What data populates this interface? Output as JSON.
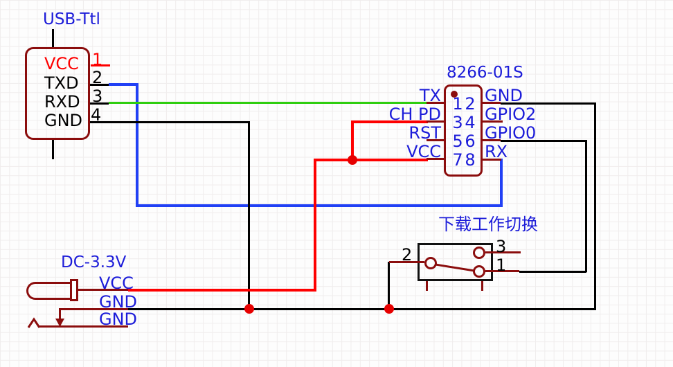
{
  "colors": {
    "canvas_bg": "#fdfdfd",
    "grid_line": "#f0eded",
    "symbol_dark_red": "#8b0d0d",
    "wire_red": "#fe0000",
    "wire_blue": "#2140f5",
    "wire_green": "#2fce0f",
    "wire_black": "#000000",
    "junction_red": "#e60000",
    "label_blue": "#1c1cd9",
    "text_black": "#000000",
    "switch_body_black": "#111111"
  },
  "usb_connector": {
    "title": "USB-Ttl",
    "pins": [
      {
        "num": "1",
        "name": "VCC"
      },
      {
        "num": "2",
        "name": "TXD"
      },
      {
        "num": "3",
        "name": "RXD"
      },
      {
        "num": "4",
        "name": "GND"
      }
    ]
  },
  "esp_module": {
    "title": "8266-01S",
    "left_pins": [
      {
        "num": "1",
        "name": "TX"
      },
      {
        "num": "3",
        "name": "CH PD"
      },
      {
        "num": "5",
        "name": "RST"
      },
      {
        "num": "7",
        "name": "VCC"
      }
    ],
    "right_pins": [
      {
        "num": "2",
        "name": "GND"
      },
      {
        "num": "4",
        "name": "GPIO2"
      },
      {
        "num": "6",
        "name": "GPIO0"
      },
      {
        "num": "8",
        "name": "RX"
      }
    ]
  },
  "dc_jack": {
    "title": "DC-3.3V",
    "pins": [
      {
        "name": "VCC"
      },
      {
        "name": "GND"
      },
      {
        "name": "GND"
      }
    ]
  },
  "mode_switch": {
    "title": "下载工作切换",
    "pins": [
      {
        "num": "2"
      },
      {
        "num": "3"
      },
      {
        "num": "1"
      }
    ]
  }
}
